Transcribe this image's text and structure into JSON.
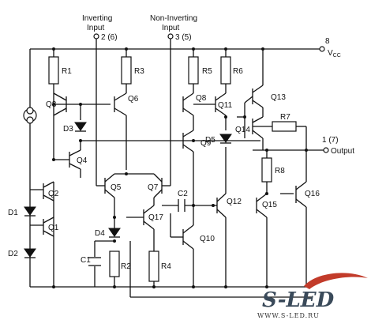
{
  "pins": {
    "inverting_label_1": "Inverting",
    "inverting_label_2": "Input",
    "inverting_pin": "2 (6)",
    "noninverting_label_1": "Non-Inverting",
    "noninverting_label_2": "Input",
    "noninverting_pin": "3 (5)",
    "vcc_pin": "8",
    "vcc_label": "V",
    "vcc_sub": "CC",
    "output_pin": "1 (7)",
    "output_label": "Output"
  },
  "resistors": [
    "R1",
    "R2",
    "R3",
    "R4",
    "R5",
    "R6",
    "R7",
    "R8"
  ],
  "transistors": [
    "Q1",
    "Q2",
    "Q3",
    "Q4",
    "Q5",
    "Q6",
    "Q7",
    "Q8",
    "Q9",
    "Q10",
    "Q11",
    "Q12",
    "Q13",
    "Q14",
    "Q15",
    "Q16",
    "Q17"
  ],
  "diodes": [
    "D1",
    "D2",
    "D3",
    "D4",
    "D5"
  ],
  "capacitors": [
    "C1",
    "C2"
  ],
  "watermark": {
    "brand": "S-LED",
    "url": "WWW.S-LED.RU"
  }
}
